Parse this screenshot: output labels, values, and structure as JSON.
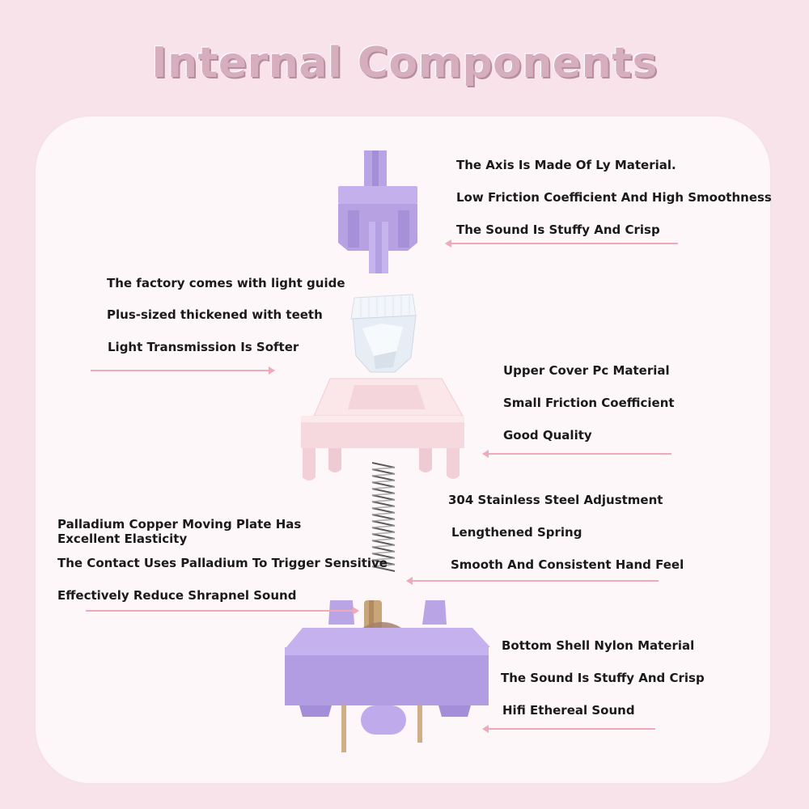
{
  "title": "Internal Components",
  "colors": {
    "background": "#f8e3ea",
    "panel": "#fdf7f9",
    "title": "#d7aebd",
    "pointer": "#eeaab8",
    "lavender": "#b49fe0",
    "pink_cover": "#f8dce2",
    "contact_gold": "#c9a57a"
  },
  "components": {
    "stem": {
      "icon": "switch-stem-illustration",
      "lines": [
        "The Axis Is Made Of Ly Material.",
        "Low Friction Coefficient And High Smoothness",
        "The Sound Is Stuffy And Crisp"
      ]
    },
    "light_guide": {
      "icon": "light-guide-illustration",
      "lines": [
        "The factory comes with light guide",
        "Plus-sized thickened with teeth",
        "Light Transmission Is Softer"
      ]
    },
    "upper_cover": {
      "icon": "upper-cover-illustration",
      "lines": [
        "Upper Cover Pc Material",
        "Small Friction Coefficient",
        "Good Quality"
      ]
    },
    "spring": {
      "icon": "spring-illustration",
      "lines": [
        "304 Stainless Steel Adjustment",
        "Lengthened Spring",
        "Smooth And Consistent Hand Feel"
      ]
    },
    "contact": {
      "lines": [
        "Palladium Copper Moving Plate Has Excellent Elasticity",
        "The Contact Uses Palladium To Trigger Sensitive",
        "Effectively Reduce Shrapnel Sound"
      ]
    },
    "bottom_housing": {
      "icon": "bottom-housing-illustration",
      "lines": [
        "Bottom Shell Nylon Material",
        "The Sound Is Stuffy And Crisp",
        "Hifi Ethereal Sound"
      ]
    }
  }
}
